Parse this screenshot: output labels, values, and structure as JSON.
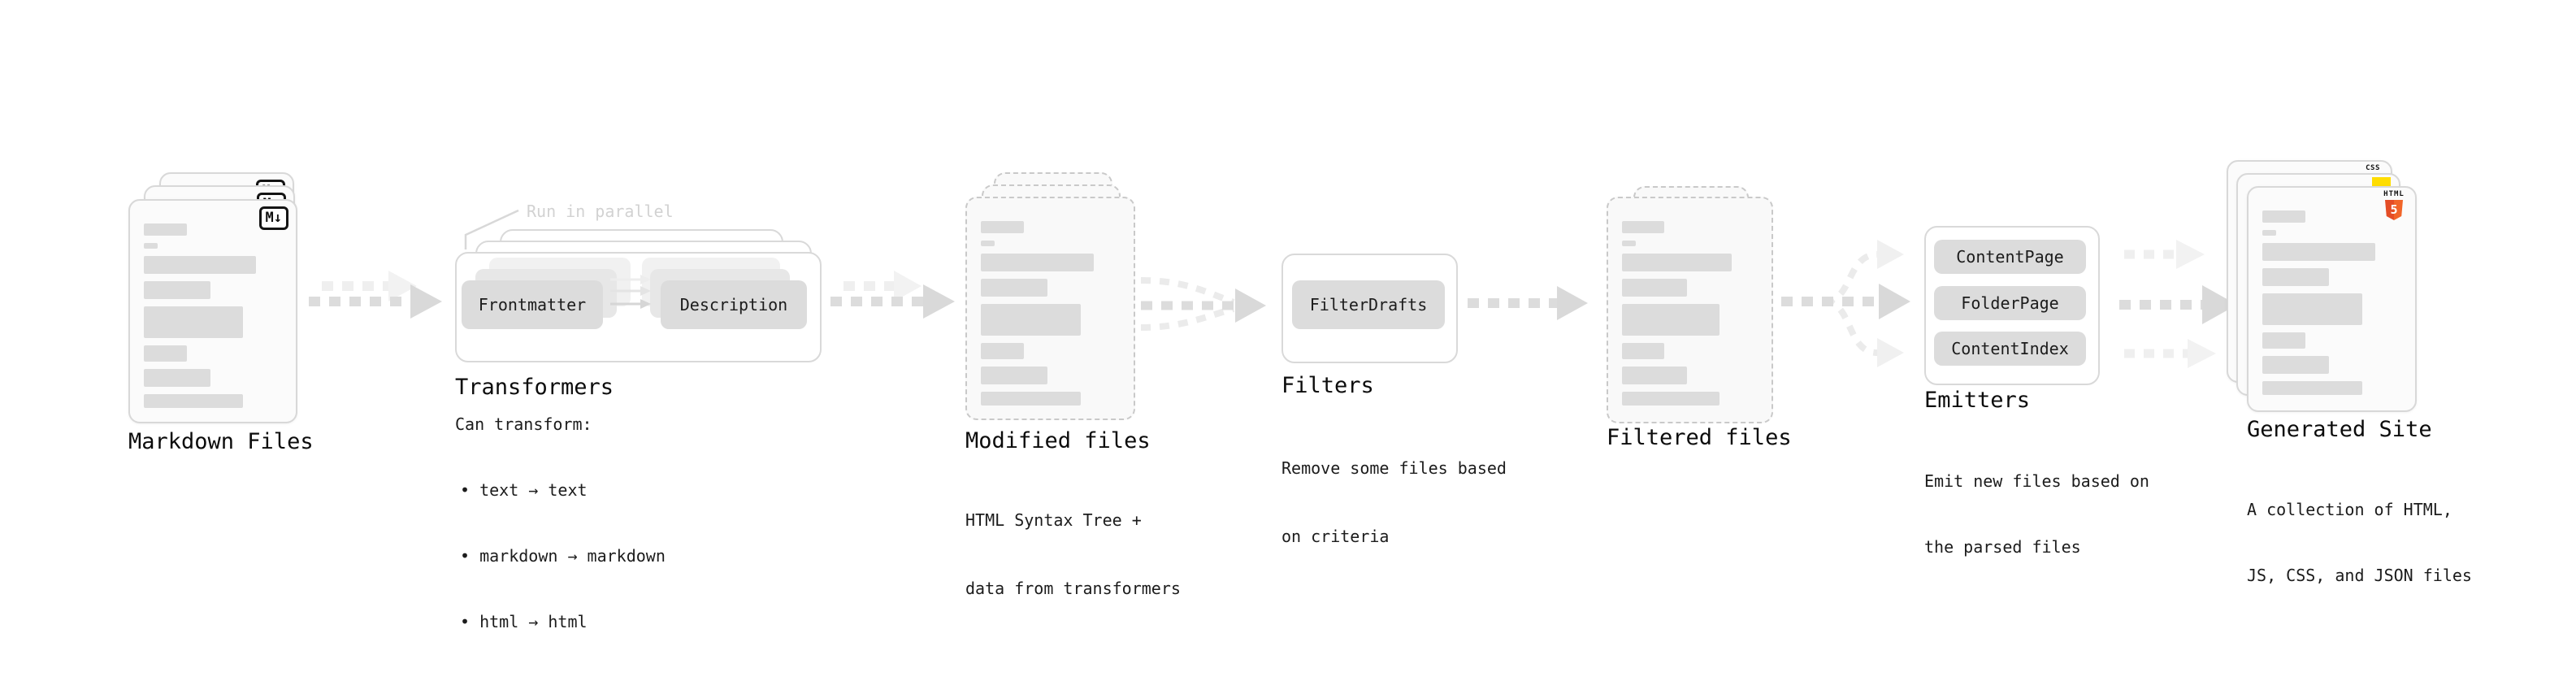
{
  "markdown_files": {
    "label": "Markdown Files",
    "file_icon": "M↓"
  },
  "transformers": {
    "heading": "Transformers",
    "note": "Run in parallel",
    "pills": [
      "Frontmatter",
      "Description"
    ],
    "desc_title": "Can transform:",
    "bullets": [
      "• text → text",
      "• markdown → markdown",
      "• html → html"
    ]
  },
  "modified_files": {
    "heading": "Modified files",
    "desc": [
      "HTML Syntax Tree +",
      "data from transformers"
    ]
  },
  "filters": {
    "heading": "Filters",
    "pills": [
      "FilterDrafts"
    ],
    "desc": [
      "Remove some files based",
      "on criteria"
    ]
  },
  "filtered_files": {
    "heading": "Filtered files"
  },
  "emitters": {
    "heading": "Emitters",
    "pills": [
      "ContentPage",
      "FolderPage",
      "ContentIndex"
    ],
    "desc": [
      "Emit new files based on",
      "the parsed files"
    ]
  },
  "generated_site": {
    "heading": "Generated Site",
    "desc": [
      "A collection of HTML,",
      "JS, CSS, and JSON files"
    ],
    "badges": {
      "css": "CSS",
      "html": "HTML",
      "html_number": "5"
    }
  },
  "colors": {
    "html5_orange_dark": "#e44d26",
    "html5_orange_light": "#f16529",
    "js_yellow": "#ffdd00",
    "css_blue": "#2965f1",
    "arrow_gray": "#d9d9d9",
    "arrow_light_gray": "#efefef",
    "placeholder_gray": "#dcdcdc"
  }
}
